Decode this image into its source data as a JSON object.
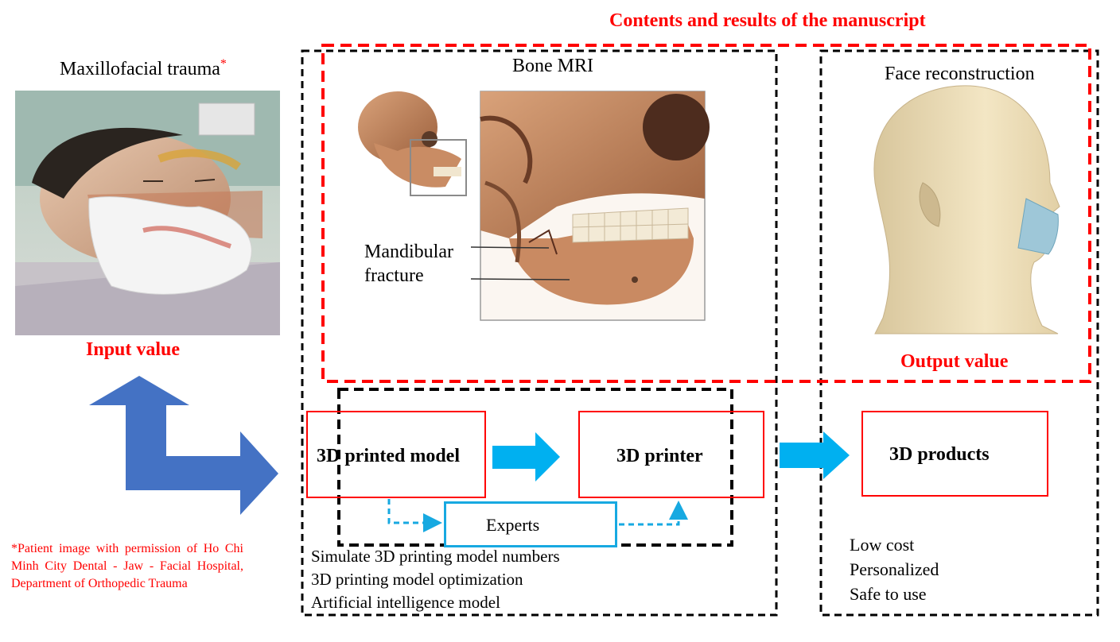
{
  "top_title": "Contents and results of the manuscript",
  "input": {
    "title": "Maxillofacial trauma",
    "title_mark": "*",
    "label": "Input value",
    "footnote": "*Patient image with permission of Ho Chi Minh City Dental - Jaw - Facial Hospital, Department of Orthopedic Trauma"
  },
  "center": {
    "title": "Bone MRI",
    "annotation_line1": "Mandibular",
    "annotation_line2": "fracture"
  },
  "output": {
    "title": "Face reconstruction",
    "label": "Output value"
  },
  "process": {
    "box1": "3D printed model",
    "box2": "3D printer",
    "experts": "Experts",
    "items": [
      "Simulate 3D printing model numbers",
      "3D printing model optimization",
      "Artificial intelligence model"
    ]
  },
  "products": {
    "box": "3D products",
    "items": [
      "Low cost",
      "Personalized",
      "Safe to use"
    ]
  },
  "colors": {
    "red": "#ff0000",
    "blue_arrow": "#4472c4",
    "cyan_arrow": "#00b0f0",
    "experts_border": "#17a9e1"
  }
}
